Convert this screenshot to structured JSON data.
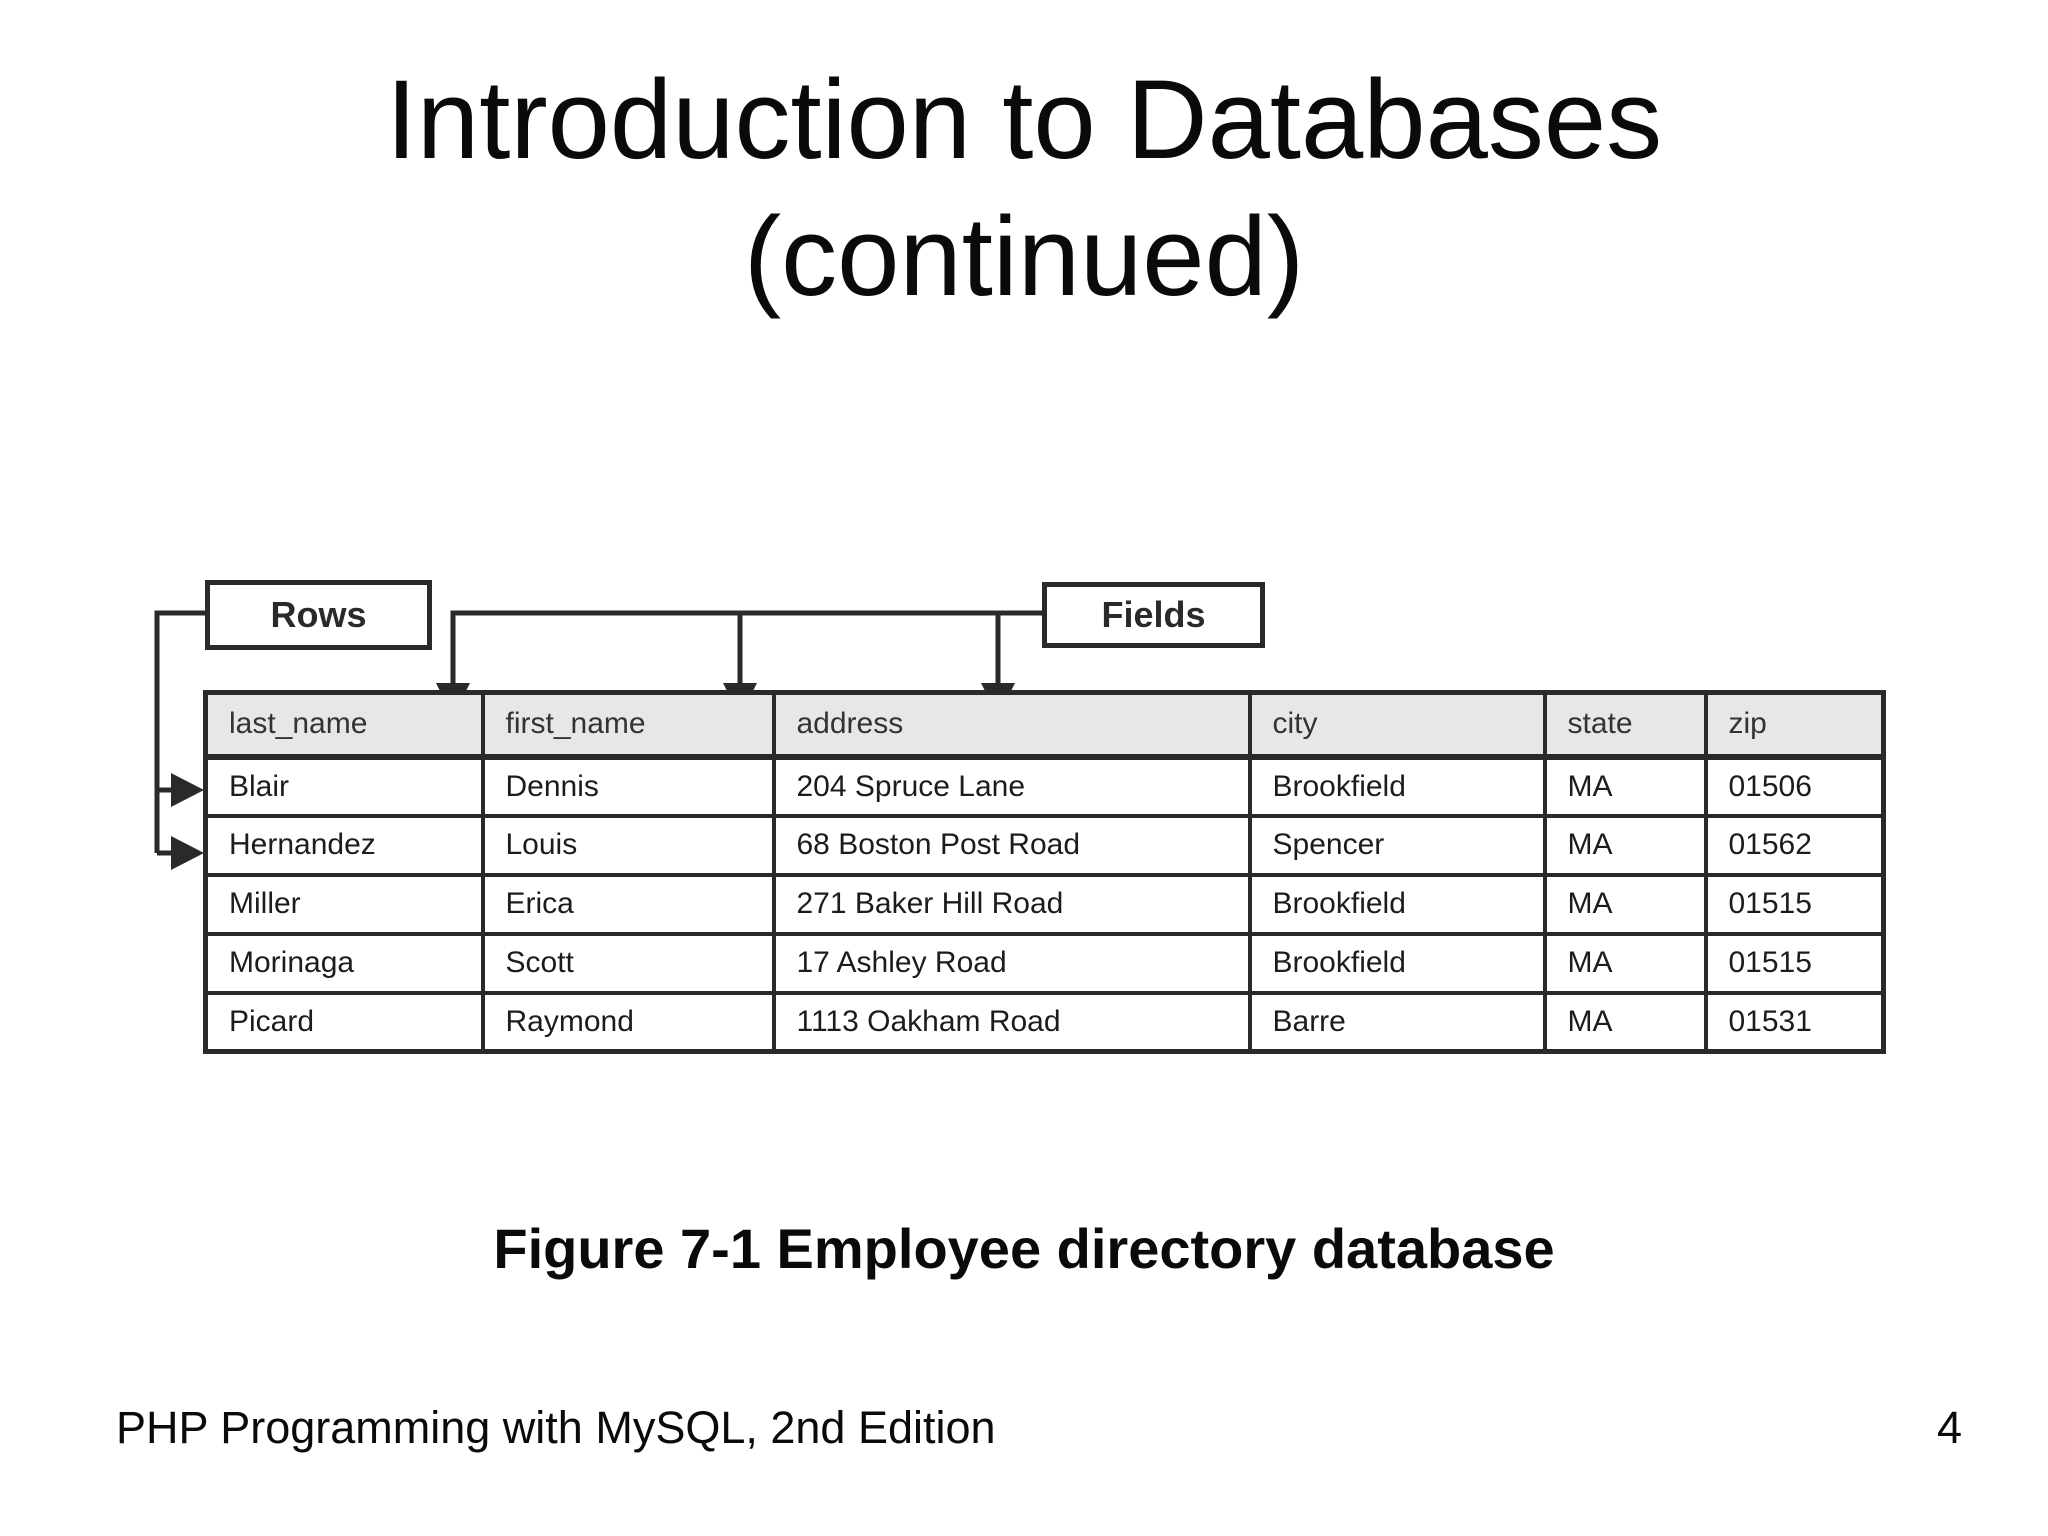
{
  "title": {
    "line1": "Introduction to Databases",
    "line2": "(continued)"
  },
  "diagram": {
    "rows_label": "Rows",
    "fields_label": "Fields",
    "rows_arrows_point_to": [
      "Blair row",
      "Hernandez row"
    ],
    "fields_arrows_point_to": [
      "last_name",
      "first_name",
      "address"
    ]
  },
  "table": {
    "columns": [
      "last_name",
      "first_name",
      "address",
      "city",
      "state",
      "zip"
    ],
    "rows": [
      [
        "Blair",
        "Dennis",
        "204 Spruce Lane",
        "Brookfield",
        "MA",
        "01506"
      ],
      [
        "Hernandez",
        "Louis",
        "68 Boston Post Road",
        "Spencer",
        "MA",
        "01562"
      ],
      [
        "Miller",
        "Erica",
        "271 Baker Hill Road",
        "Brookfield",
        "MA",
        "01515"
      ],
      [
        "Morinaga",
        "Scott",
        "17 Ashley Road",
        "Brookfield",
        "MA",
        "01515"
      ],
      [
        "Picard",
        "Raymond",
        "1113 Oakham Road",
        "Barre",
        "MA",
        "01531"
      ]
    ]
  },
  "caption": "Figure 7-1 Employee directory database",
  "footer": {
    "left": "PHP Programming with MySQL, 2nd Edition",
    "page": "4"
  },
  "colors": {
    "background": "#ffffff",
    "text": "#0a0a0a",
    "figure_line": "#2a2a2a",
    "table_header_bg": "#e7e7e7"
  }
}
